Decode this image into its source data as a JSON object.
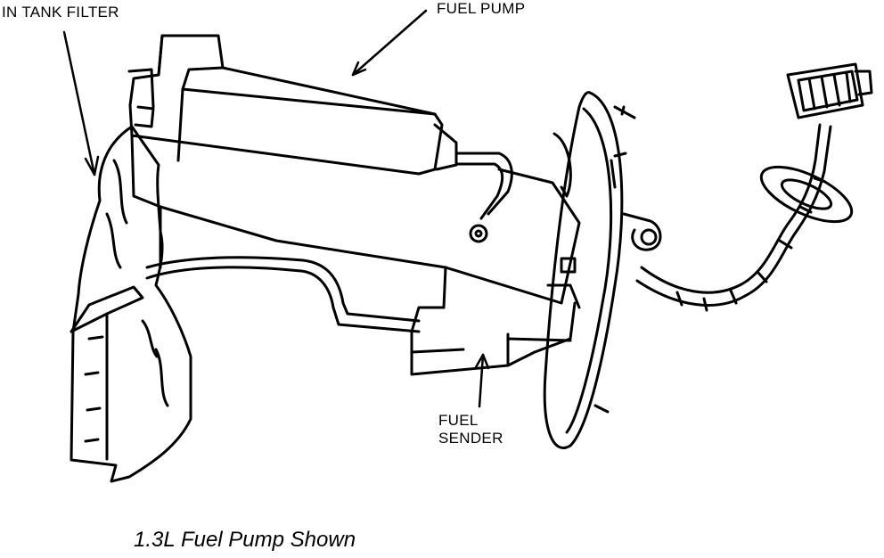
{
  "callouts": {
    "in_tank_filter": "IN TANK FILTER",
    "fuel_pump": "FUEL PUMP",
    "fuel_sender_line1": "FUEL",
    "fuel_sender_line2": "SENDER"
  },
  "caption": "1.3L Fuel Pump Shown",
  "colors": {
    "ink": "#000000",
    "paper": "#ffffff"
  }
}
